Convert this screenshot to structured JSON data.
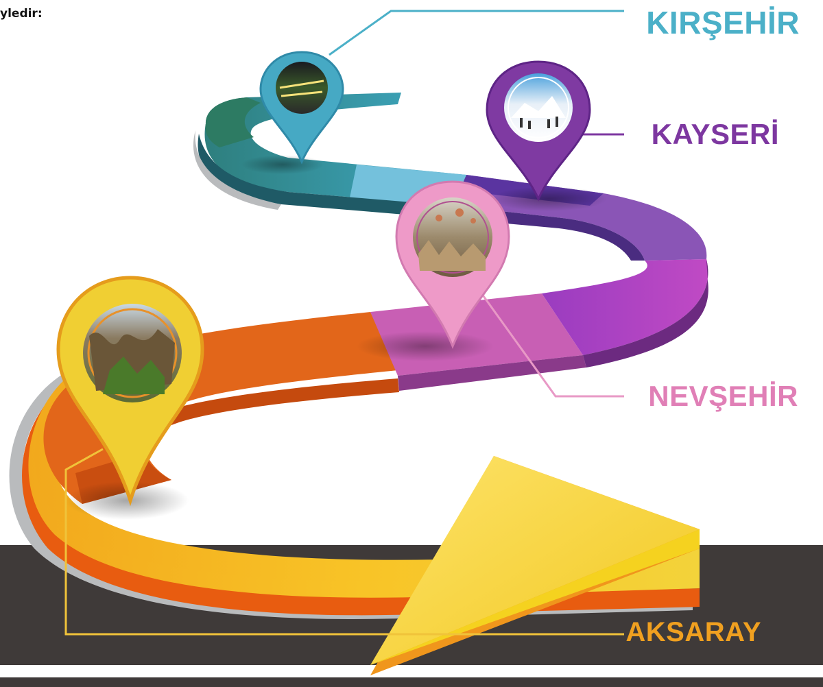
{
  "intro_text": "yledir:",
  "cities": {
    "kirsehir": {
      "name": "KIRŞEHİR",
      "color": "#4bb0c8"
    },
    "kayseri": {
      "name": "KAYSERİ",
      "color": "#7d37a0"
    },
    "nevsehir": {
      "name": "NEVŞEHİR",
      "color": "#e07fb6"
    },
    "aksaray": {
      "name": "AKSARAY",
      "color": "#f0a020"
    }
  },
  "icons": [
    "map-pin-icon",
    "photo-icon"
  ]
}
